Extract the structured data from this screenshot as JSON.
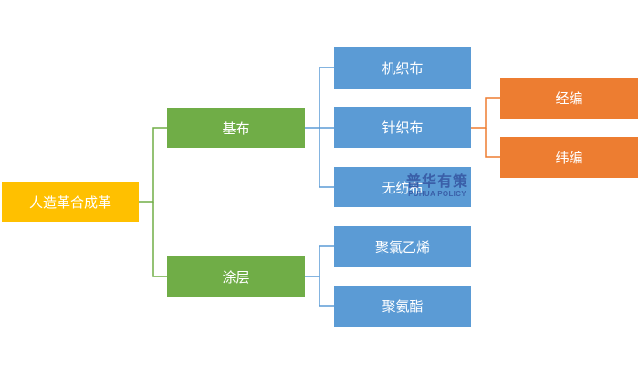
{
  "diagram": {
    "root": {
      "label": "人造革合成革",
      "color": "#ffc000"
    },
    "level1": [
      {
        "label": "基布",
        "color": "#70ad47"
      },
      {
        "label": "涂层",
        "color": "#70ad47"
      }
    ],
    "level2": [
      {
        "label": "机织布",
        "color": "#5b9bd5"
      },
      {
        "label": "针织布",
        "color": "#5b9bd5"
      },
      {
        "label": "无纺布",
        "color": "#5b9bd5"
      },
      {
        "label": "聚氯乙烯",
        "color": "#5b9bd5"
      },
      {
        "label": "聚氨酯",
        "color": "#5b9bd5"
      }
    ],
    "level3": [
      {
        "label": "经编",
        "color": "#ed7d31"
      },
      {
        "label": "纬编",
        "color": "#ed7d31"
      }
    ],
    "connector_colors": {
      "root_to_level1": "#70ad47",
      "level1_to_level2": "#5b9bd5",
      "level2_to_level3": "#ed7d31"
    }
  },
  "watermark": {
    "chinese": "普华有策",
    "english": "PUHUA POLICY"
  }
}
